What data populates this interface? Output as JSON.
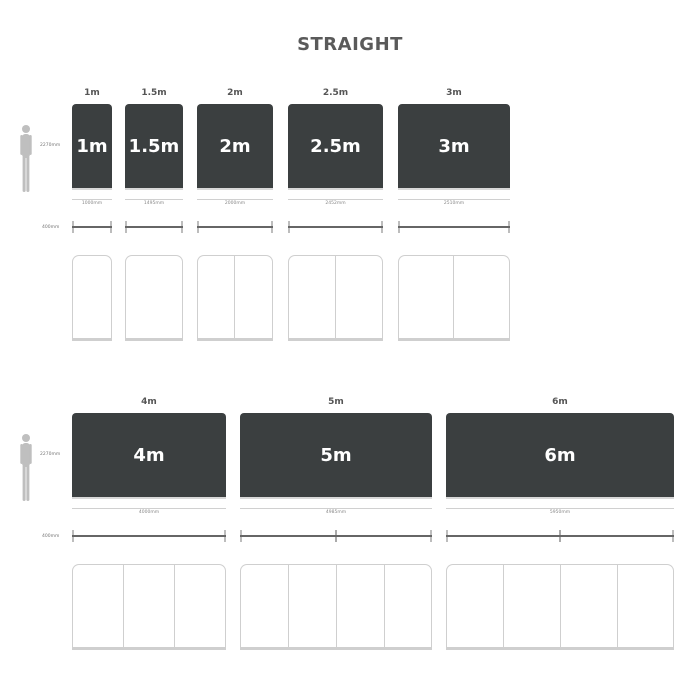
{
  "title": "STRAIGHT",
  "row1": {
    "height_label": "2270mm",
    "depth_label": "400mm",
    "items": [
      {
        "label": "1m",
        "panel_text": "1m",
        "width_label": "1000mm"
      },
      {
        "label": "1.5m",
        "panel_text": "1.5m",
        "width_label": "1495mm"
      },
      {
        "label": "2m",
        "panel_text": "2m",
        "width_label": "2000mm"
      },
      {
        "label": "2.5m",
        "panel_text": "2.5m",
        "width_label": "2452mm"
      },
      {
        "label": "3m",
        "panel_text": "3m",
        "width_label": "2510mm"
      }
    ]
  },
  "row2": {
    "height_label": "2270mm",
    "depth_label": "400mm",
    "items": [
      {
        "label": "4m",
        "panel_text": "4m",
        "width_label": "4000mm"
      },
      {
        "label": "5m",
        "panel_text": "5m",
        "width_label": "4985mm"
      },
      {
        "label": "6m",
        "panel_text": "6m",
        "width_label": "5950mm"
      }
    ]
  },
  "colors": {
    "panel": "#3b3f40",
    "frame": "#cfcfcf",
    "rail": "#666666"
  },
  "icons": [
    "human-silhouette-icon"
  ]
}
